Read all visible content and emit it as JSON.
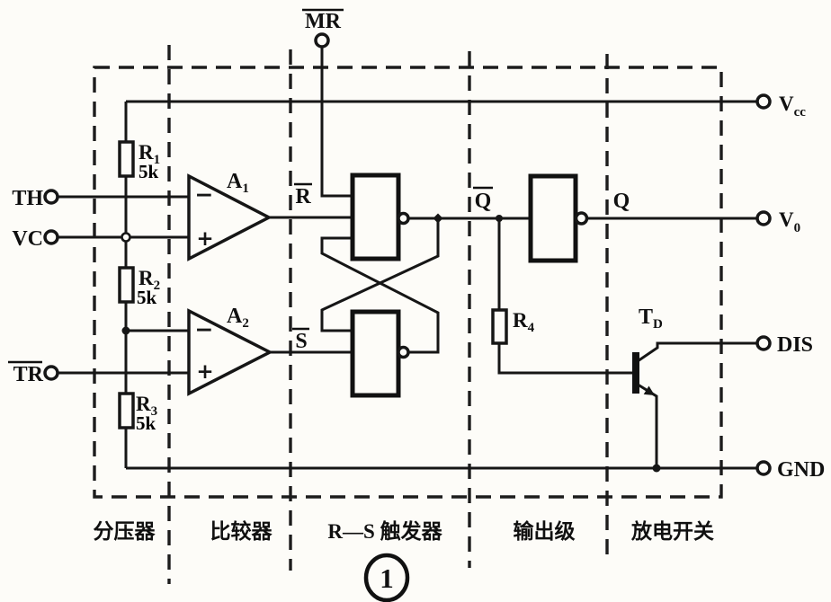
{
  "figure": {
    "number": "1"
  },
  "sections": [
    {
      "label": "分压器"
    },
    {
      "label": "比较器"
    },
    {
      "label": "R—S 触发器"
    },
    {
      "label": "输出级"
    },
    {
      "label": "放电开关"
    }
  ],
  "terminals": {
    "th": {
      "label": "TH"
    },
    "vc": {
      "label": "VC"
    },
    "tr": {
      "label": "TR",
      "overline": true
    },
    "mr": {
      "label": "MR",
      "overline": true
    },
    "vcc": {
      "main": "V",
      "sub": "cc"
    },
    "v0": {
      "main": "V",
      "sub": "0"
    },
    "dis": {
      "label": "DIS"
    },
    "gnd": {
      "label": "GND"
    }
  },
  "components": {
    "r1": {
      "name": "R",
      "sub": "1",
      "value": "5k"
    },
    "r2": {
      "name": "R",
      "sub": "2",
      "value": "5k"
    },
    "r3": {
      "name": "R",
      "sub": "3",
      "value": "5k"
    },
    "r4": {
      "name": "R",
      "sub": "4"
    },
    "a1": {
      "name": "A",
      "sub": "1",
      "minus": "−",
      "plus": "+"
    },
    "a2": {
      "name": "A",
      "sub": "2",
      "minus": "−",
      "plus": "+"
    },
    "td": {
      "name": "T",
      "sub": "D"
    }
  },
  "signals": {
    "rbar": {
      "label": "R",
      "overline": true
    },
    "sbar": {
      "label": "S",
      "overline": true
    },
    "qbar": {
      "label": "Q",
      "overline": true
    },
    "q": {
      "label": "Q"
    }
  },
  "colors": {
    "ink": "#161616",
    "paper": "#fdfcf8"
  }
}
